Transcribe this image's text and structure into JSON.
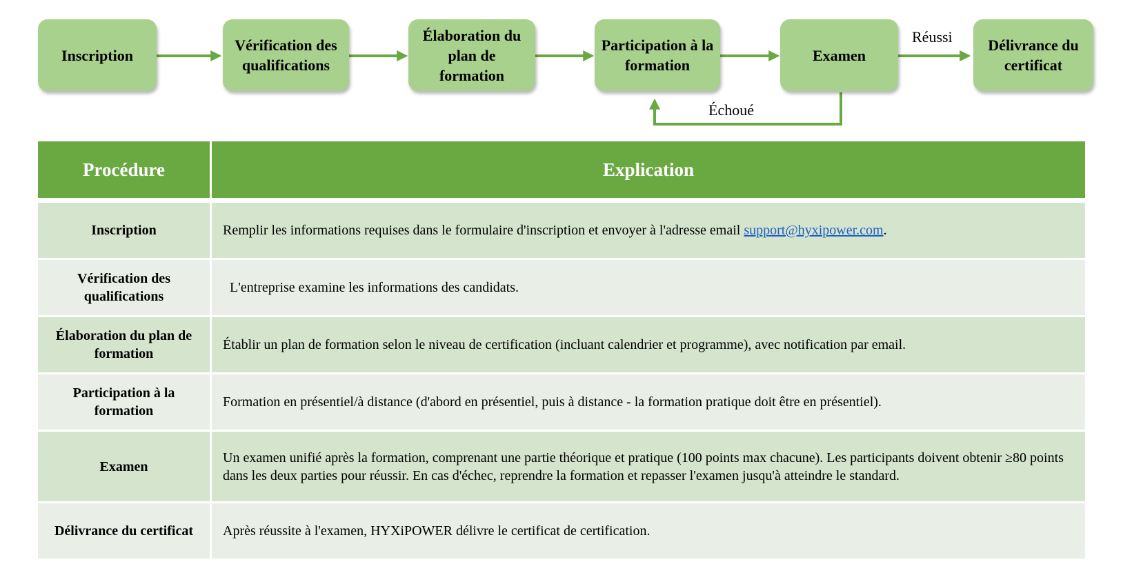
{
  "flow": {
    "steps": [
      {
        "id": "inscription",
        "label": "Inscription"
      },
      {
        "id": "verification",
        "label": "Vérification des qualifications"
      },
      {
        "id": "elaboration",
        "label": "Élaboration du plan de formation"
      },
      {
        "id": "participation",
        "label": "Participation à la formation"
      },
      {
        "id": "examen",
        "label": "Examen"
      },
      {
        "id": "delivrance",
        "label": "Délivrance du certificat"
      }
    ],
    "pass_label": "Réussi",
    "fail_label": "Échoué"
  },
  "colors": {
    "box_fill": "#a8d18d",
    "arrow": "#6aa842",
    "header_fill": "#6aa842",
    "row_dark": "#d5e4cd",
    "row_light": "#e9efe6",
    "link": "#1f5fc4"
  },
  "table": {
    "headers": {
      "procedure": "Procédure",
      "explication": "Explication"
    },
    "rows": [
      {
        "procedure": "Inscription",
        "explication": "Remplir les informations requises dans le formulaire d'inscription et envoyer à l'adresse email ",
        "email": "support@hyxipower.com",
        "suffix": "."
      },
      {
        "procedure": "Vérification des qualifications",
        "explication": "L'entreprise examine les informations des candidats."
      },
      {
        "procedure": "Élaboration du plan de formation",
        "explication": "Établir un plan de formation selon le niveau de certification (incluant calendrier et programme), avec notification par email."
      },
      {
        "procedure": "Participation à la formation",
        "explication": "Formation en présentiel/à distance (d'abord en présentiel, puis à distance - la formation pratique doit être en présentiel)."
      },
      {
        "procedure": "Examen",
        "explication": "Un examen unifié après la formation, comprenant une partie théorique et pratique (100 points max chacune). Les participants doivent obtenir ≥80 points dans les deux parties pour réussir. En cas d'échec, reprendre la formation et repasser l'examen jusqu'à atteindre le standard."
      },
      {
        "procedure": "Délivrance du certificat",
        "explication": "Après réussite à l'examen, HYXiPOWER délivre le certificat de certification."
      }
    ]
  }
}
